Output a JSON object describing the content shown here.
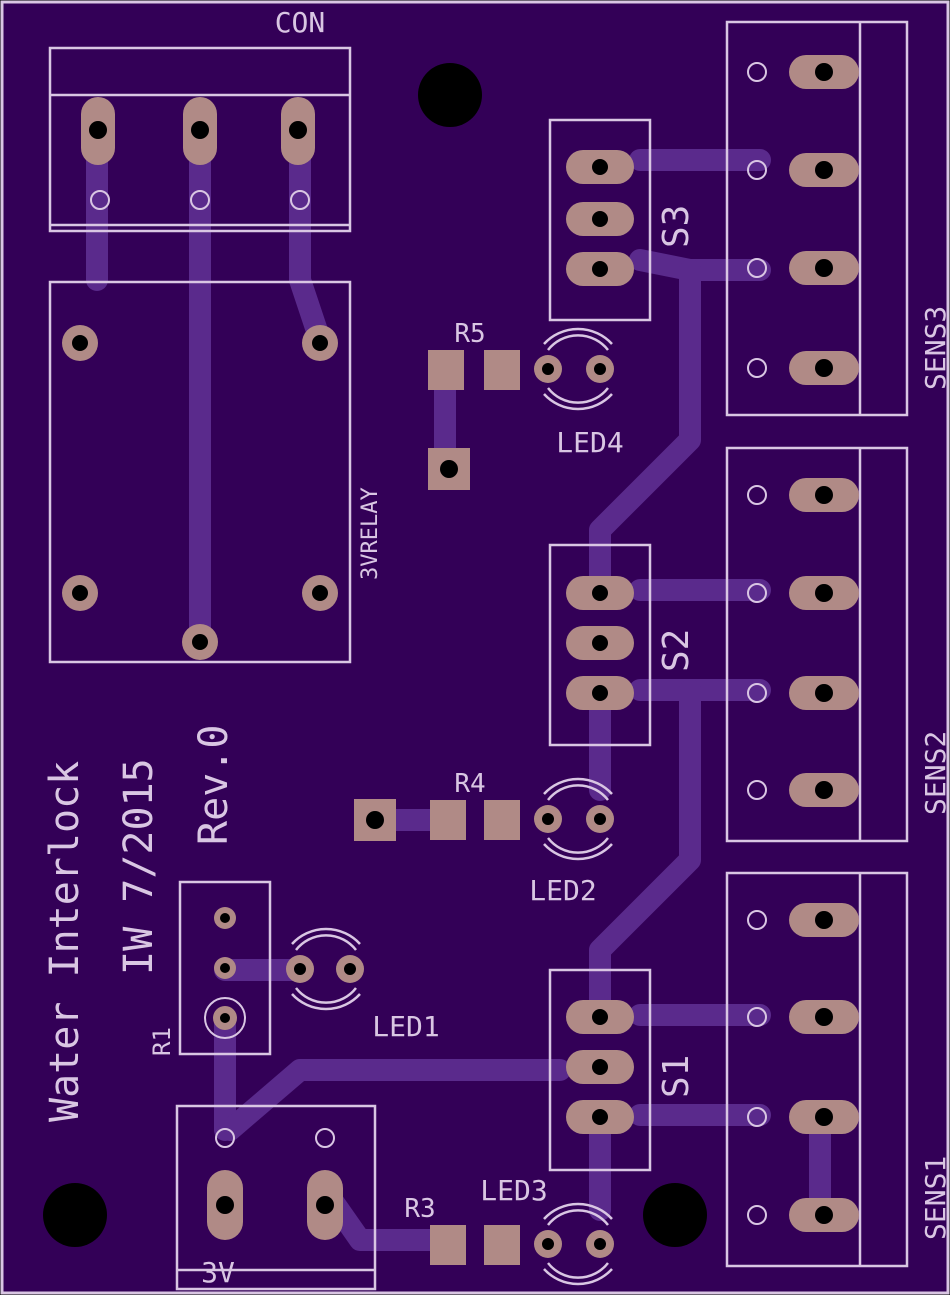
{
  "board": {
    "background_color": "#330057",
    "silkscreen_color": "#d9c6e3",
    "pad_color": "#b08a86",
    "trace_color": "#5a2a8c"
  },
  "labels": {
    "con": "CON",
    "relay": "3VRELAY",
    "s3": "S3",
    "s2": "S2",
    "s1": "S1",
    "sens3": "SENS3",
    "sens2": "SENS2",
    "sens1": "SENS1",
    "r5": "R5",
    "r4": "R4",
    "r3": "R3",
    "r1": "R1",
    "led4": "LED4",
    "led2": "LED2",
    "led1": "LED1",
    "led3": "LED3",
    "power": "3V",
    "title_line1": "Water Interlock",
    "title_line2": "IW 7/2015",
    "title_line3": "Rev.0"
  }
}
